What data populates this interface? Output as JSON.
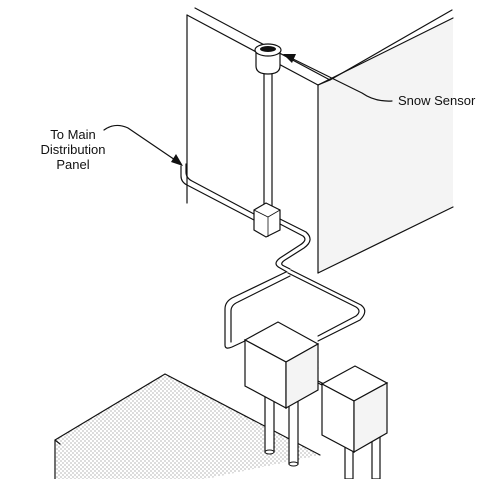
{
  "labels": {
    "main_panel": [
      "To Main",
      "Distribution",
      "Panel"
    ],
    "snow_sensor": "Snow Sensor"
  },
  "colors": {
    "line": "#111111",
    "background": "#ffffff",
    "pad_dots": "#555555"
  }
}
